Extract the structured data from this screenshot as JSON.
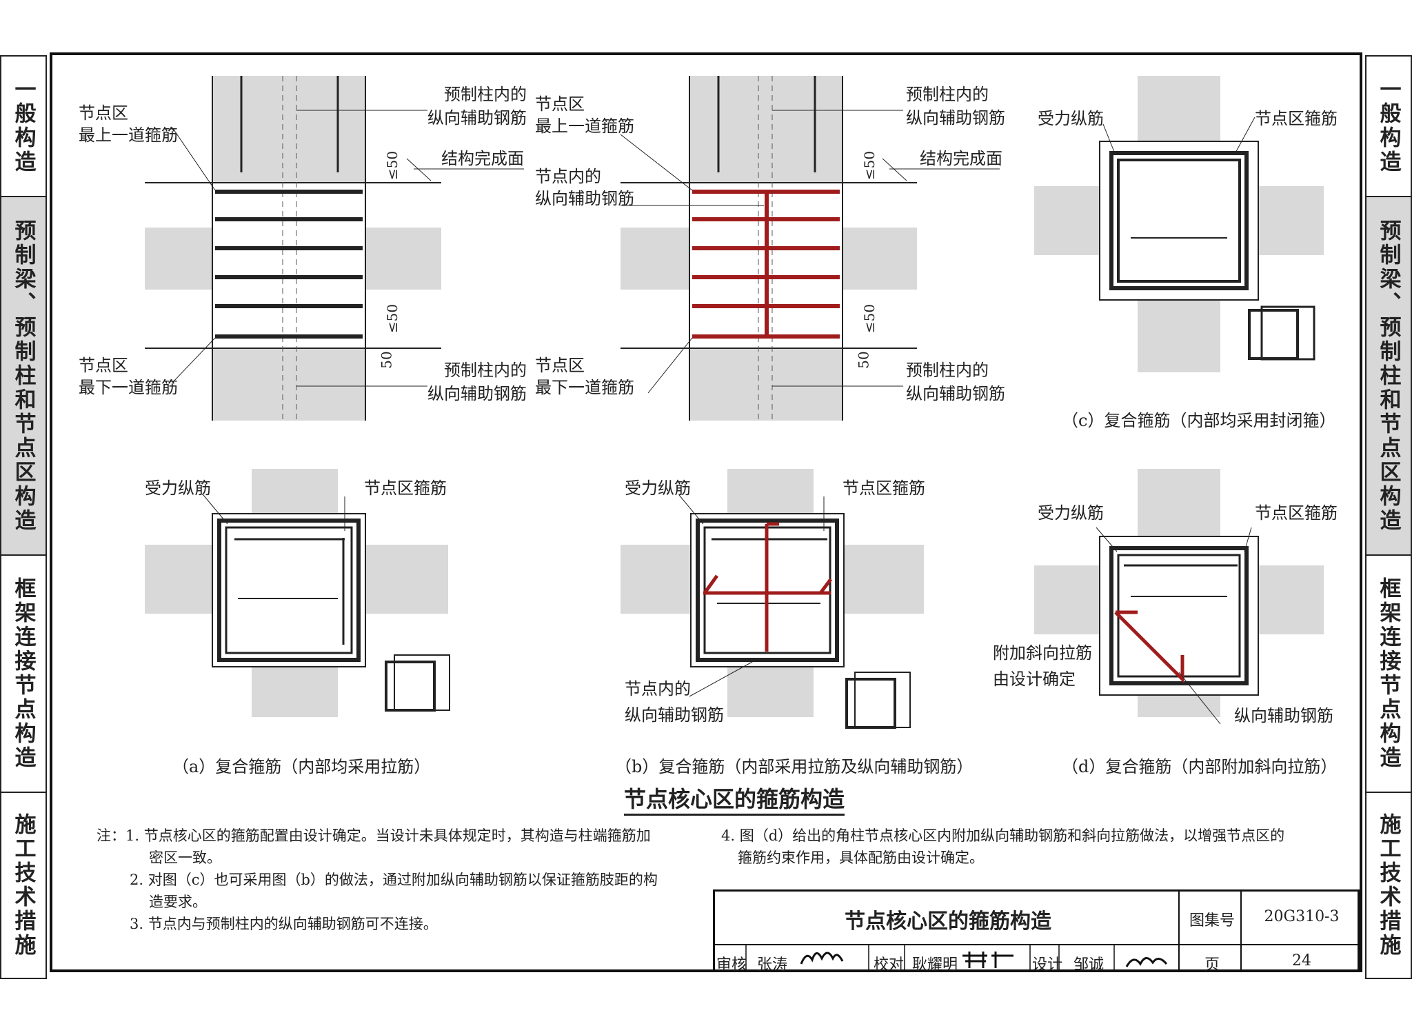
{
  "side_tabs": [
    "一般构造",
    "预制梁、预制柱和节点区构造",
    "框架连接节点构造",
    "施工技术措施"
  ],
  "active_tab_index": 1,
  "labels": {
    "top_stirrup": [
      "节点区",
      "最上一道箍筋"
    ],
    "bottom_stirrup": [
      "节点区",
      "最下一道箍筋"
    ],
    "precast_col_bar": [
      "预制柱内的",
      "纵向辅助钢筋"
    ],
    "finish_surface": "结构完成面",
    "le50": "≤50",
    "dim50": "50",
    "node_inner_bar": [
      "节点内的",
      "纵向辅助钢筋"
    ],
    "main_bar": "受力纵筋",
    "node_stirrup": "节点区箍筋",
    "diag_tie": [
      "附加斜向拉筋",
      "由设计确定"
    ],
    "long_aux_bar": "纵向辅助钢筋"
  },
  "captions": {
    "a": "（a）复合箍筋（内部均采用拉筋）",
    "b": "（b）复合箍筋（内部采用拉筋及纵向辅助钢筋）",
    "c": "（c）复合箍筋（内部均采用封闭箍）",
    "d": "（d）复合箍筋（内部附加斜向拉筋）"
  },
  "main_title": "节点核心区的箍筋构造",
  "notes": {
    "prefix": "注：",
    "n1a": "1. 节点核心区的箍筋配置由设计确定。当设计未具体规定时，其构造与柱端箍筋加",
    "n1b": "密区一致。",
    "n2a": "2. 对图（c）也可采用图（b）的做法，通过附加纵向辅助钢筋以保证箍筋肢距的构",
    "n2b": "造要求。",
    "n3": "3. 节点内与预制柱内的纵向辅助钢筋可不连接。",
    "n4a": "4. 图（d）给出的角柱节点核心区内附加纵向辅助钢筋和斜向拉筋做法，以增强节点区的",
    "n4b": "箍筋约束作用，具体配筋由设计确定。"
  },
  "title_block": {
    "title": "节点核心区的箍筋构造",
    "atlas_label": "图集号",
    "atlas_no": "20G310-3",
    "review_label": "审核",
    "reviewer": "张涛",
    "check_label": "校对",
    "checker": "耿耀明",
    "design_label": "设计",
    "designer": "邹诚",
    "page_label": "页",
    "page_no": "24"
  },
  "colors": {
    "accent_red": "#a01c1c",
    "concrete": "#d9d9d9",
    "tab_active": "#d8d8d8"
  }
}
